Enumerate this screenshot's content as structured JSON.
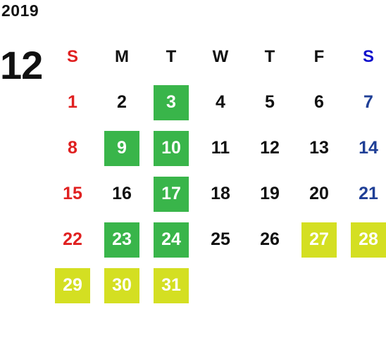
{
  "year": "2019",
  "month": "12",
  "colors": {
    "sunday": "#e02020",
    "saturday": "#1f3f96",
    "saturday_header": "#1111cc",
    "green": "#39b54a",
    "yellow": "#d4df22"
  },
  "weekdays": [
    "S",
    "M",
    "T",
    "W",
    "T",
    "F",
    "S"
  ],
  "days": [
    {
      "n": "1",
      "style": "sun"
    },
    {
      "n": "2",
      "style": "normal"
    },
    {
      "n": "3",
      "style": "green"
    },
    {
      "n": "4",
      "style": "normal"
    },
    {
      "n": "5",
      "style": "normal"
    },
    {
      "n": "6",
      "style": "normal"
    },
    {
      "n": "7",
      "style": "sat"
    },
    {
      "n": "8",
      "style": "sun"
    },
    {
      "n": "9",
      "style": "green"
    },
    {
      "n": "10",
      "style": "green"
    },
    {
      "n": "11",
      "style": "normal"
    },
    {
      "n": "12",
      "style": "normal"
    },
    {
      "n": "13",
      "style": "normal"
    },
    {
      "n": "14",
      "style": "sat"
    },
    {
      "n": "15",
      "style": "sun"
    },
    {
      "n": "16",
      "style": "normal"
    },
    {
      "n": "17",
      "style": "green"
    },
    {
      "n": "18",
      "style": "normal"
    },
    {
      "n": "19",
      "style": "normal"
    },
    {
      "n": "20",
      "style": "normal"
    },
    {
      "n": "21",
      "style": "sat"
    },
    {
      "n": "22",
      "style": "sun"
    },
    {
      "n": "23",
      "style": "green"
    },
    {
      "n": "24",
      "style": "green"
    },
    {
      "n": "25",
      "style": "normal"
    },
    {
      "n": "26",
      "style": "normal"
    },
    {
      "n": "27",
      "style": "yellow"
    },
    {
      "n": "28",
      "style": "yellow"
    },
    {
      "n": "29",
      "style": "yellow"
    },
    {
      "n": "30",
      "style": "yellow"
    },
    {
      "n": "31",
      "style": "yellow"
    }
  ]
}
